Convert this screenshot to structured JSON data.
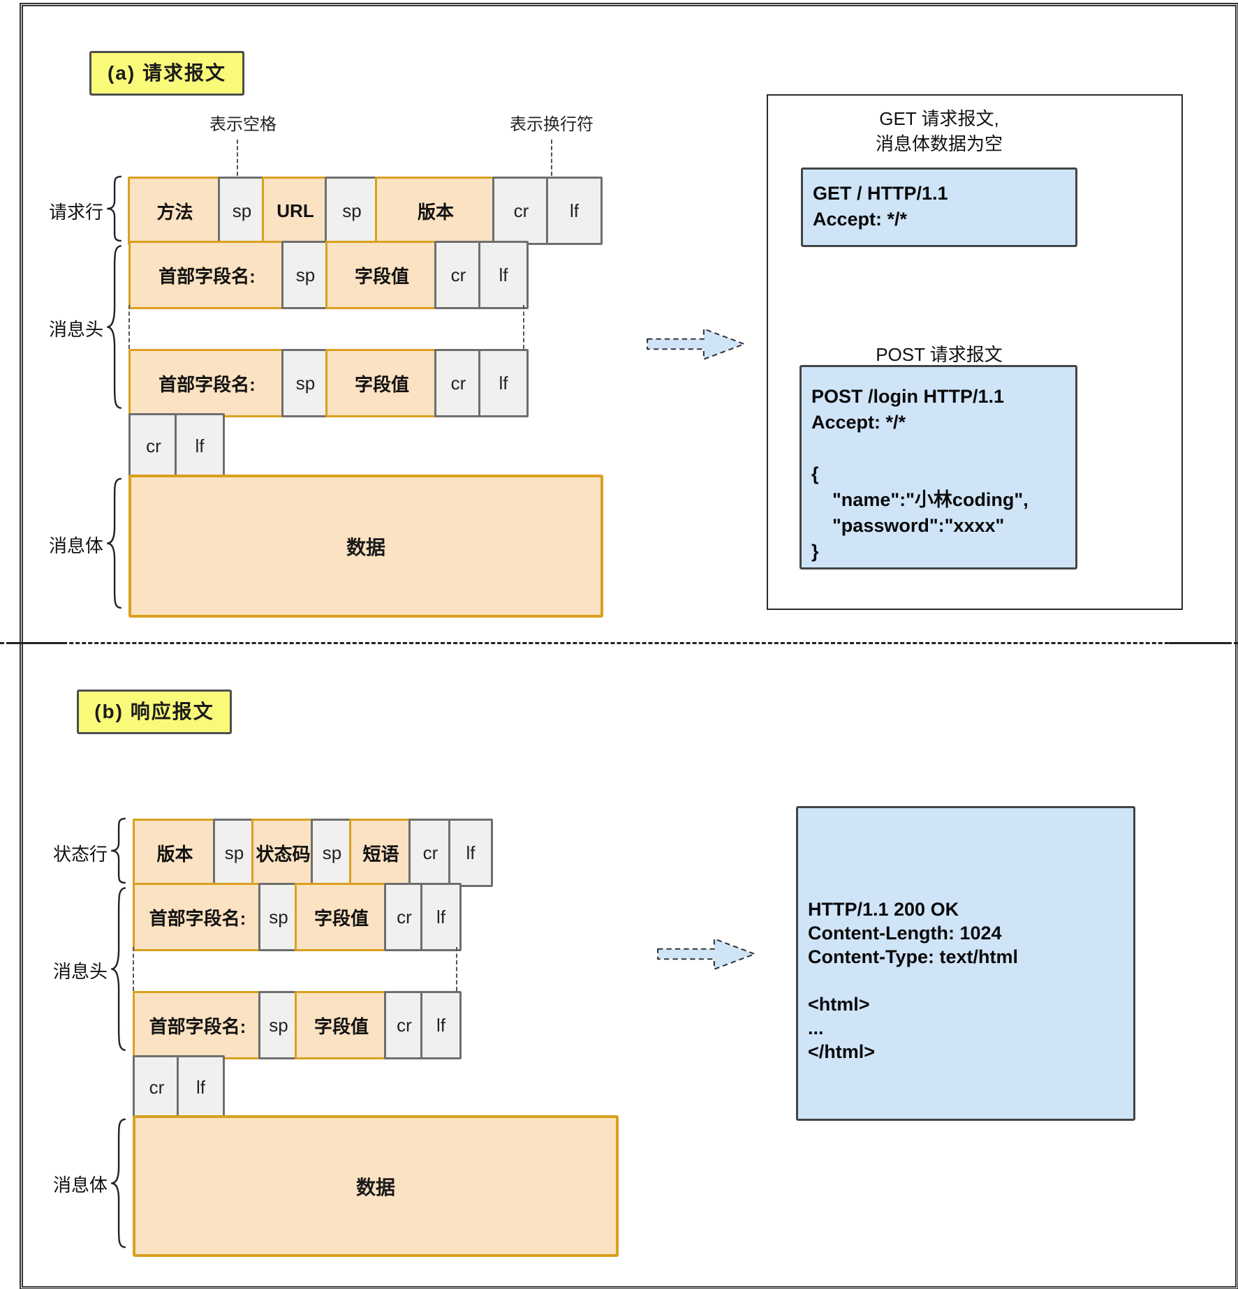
{
  "labels": {
    "section_a_title": "(a) 请求报文",
    "section_b_title": "(b) 响应报文",
    "space_note": "表示空格",
    "newline_note": "表示换行符",
    "request_line": "请求行",
    "status_line": "状态行",
    "headers": "消息头",
    "body": "消息体"
  },
  "cells": {
    "method": "方法",
    "sp": "sp",
    "url": "URL",
    "version": "版本",
    "cr": "cr",
    "lf": "lf",
    "header_name": "首部字段名:",
    "header_value": "字段值",
    "status_code": "状态码",
    "phrase": "短语",
    "data": "数据"
  },
  "examples": {
    "get_title": "GET 请求报文,\n消息体数据为空",
    "get_code": "GET / HTTP/1.1\nAccept: */*",
    "post_title": "POST 请求报文",
    "post_code": "POST /login HTTP/1.1\nAccept: */*\n\n{\n    \"name\":\"小林coding\",\n    \"password\":\"xxxx\"\n}",
    "response_code": "HTTP/1.1 200 OK\nContent-Length: 1024\nContent-Type: text/html\n\n<html>\n...\n</html>"
  },
  "colors": {
    "field_fill": "#fbe2c2",
    "field_border": "#d9a01f",
    "control_fill": "#f0f0ee",
    "control_border": "#6e6e6e",
    "note_fill": "#f9f97a",
    "code_fill": "#cfe4f7",
    "arrow_fill": "#cfe4f7",
    "line_dark": "#333333"
  }
}
